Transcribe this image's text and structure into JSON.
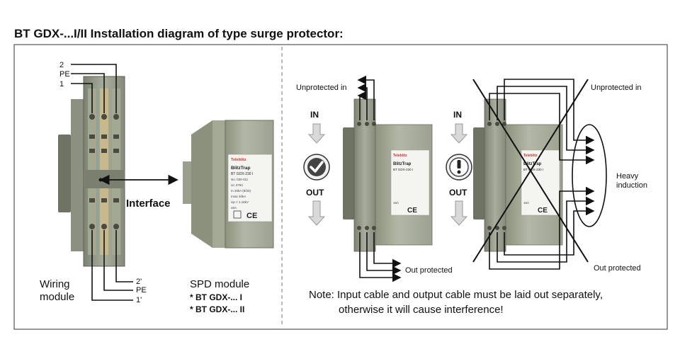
{
  "title": "BT GDX-...I/II Installation diagram of type surge protector:",
  "left": {
    "wire_labels_top": [
      "2",
      "PE",
      "1"
    ],
    "wire_labels_bottom": [
      "2'",
      "PE",
      "1'"
    ],
    "interface_label": "Interface",
    "wiring_label_line1": "Wiring",
    "wiring_label_line2": "module",
    "spd_title": "SPD module",
    "spd_item1": "* BT GDX-... I",
    "spd_item2": "* BT GDX-... II"
  },
  "device": {
    "brand": "Teleblitz",
    "name": "BlitzTrap",
    "model": "BT GDX-230 I",
    "spec_no": "No. 030 411",
    "spec_lines": [
      "Uc 275V",
      "In 20kA (8/20)",
      "Imax 40kA",
      "Up < 1.15kV",
      "16A"
    ],
    "ce": "CE"
  },
  "right": {
    "unprotected_in_left": "Unprotected in",
    "unprotected_in_right": "Unprotected in",
    "in_left": "IN",
    "out_left": "OUT",
    "in_right": "IN",
    "out_right": "OUT",
    "out_protected_left": "Out protected",
    "out_protected_right": "Out protected",
    "heavy_line1": "Heavy",
    "heavy_line2": "induction",
    "note_line1": "Note: Input cable and output cable must be laid out separately,",
    "note_line2": "otherwise it will cause interference!",
    "ok_icon": "checkmark-icon",
    "warn_icon": "exclamation-icon"
  },
  "colors": {
    "housing": "#9a9f8e",
    "housing_dark": "#6f7466",
    "module_face": "#c9ccc3",
    "label_bg": "#f4f4f0",
    "arrow_gray": "#b8b8b8",
    "border": "#555555"
  }
}
